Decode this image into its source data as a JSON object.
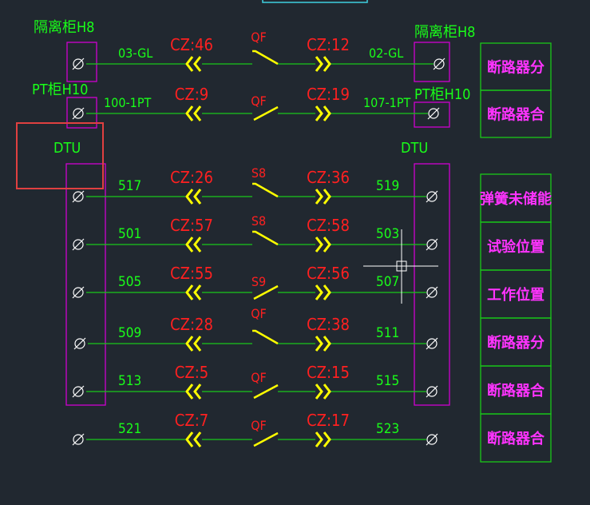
{
  "colors": {
    "background": "#212830",
    "green_text": "#19ff19",
    "red_text": "#ff2020",
    "yellow": "#ffff00",
    "magenta": "#d000d0",
    "magenta_text": "#ff33ff",
    "white": "#ffffff",
    "green_box": "#19c819",
    "selection_red": "#e04040",
    "cyan": "#3fd0e0"
  },
  "headers": {
    "left_top": "隔离柜H8",
    "right_top": "隔离柜H8",
    "left_pt": "PT柜H10",
    "right_pt": "PT柜H10",
    "left_dtu": "DTU",
    "right_dtu": "DTU"
  },
  "rows": [
    {
      "left": "03-GL",
      "cz_left": "CZ:46",
      "switch": "QF",
      "cz_right": "CZ:12",
      "right": "02-GL"
    },
    {
      "left": "100-1PT",
      "cz_left": "CZ:9",
      "switch": "QF",
      "cz_right": "CZ:19",
      "right": "107-1PT"
    },
    {
      "left": "517",
      "cz_left": "CZ:26",
      "switch": "S8",
      "cz_right": "CZ:36",
      "right": "519"
    },
    {
      "left": "501",
      "cz_left": "CZ:57",
      "switch": "S8",
      "cz_right": "CZ:58",
      "right": "503"
    },
    {
      "left": "505",
      "cz_left": "CZ:55",
      "switch": "S9",
      "cz_right": "CZ:56",
      "right": "507"
    },
    {
      "left": "509",
      "cz_left": "CZ:28",
      "switch": "QF",
      "cz_right": "CZ:38",
      "right": "511"
    },
    {
      "left": "513",
      "cz_left": "CZ:5",
      "switch": "QF",
      "cz_right": "CZ:15",
      "right": "515"
    },
    {
      "left": "521",
      "cz_left": "CZ:7",
      "switch": "QF",
      "cz_right": "CZ:17",
      "right": "523"
    }
  ],
  "legend": [
    "断路器分",
    "断路器合",
    "弹簧未储能",
    "试验位置",
    "工作位置",
    "断路器分",
    "断路器合",
    "断路器合"
  ]
}
